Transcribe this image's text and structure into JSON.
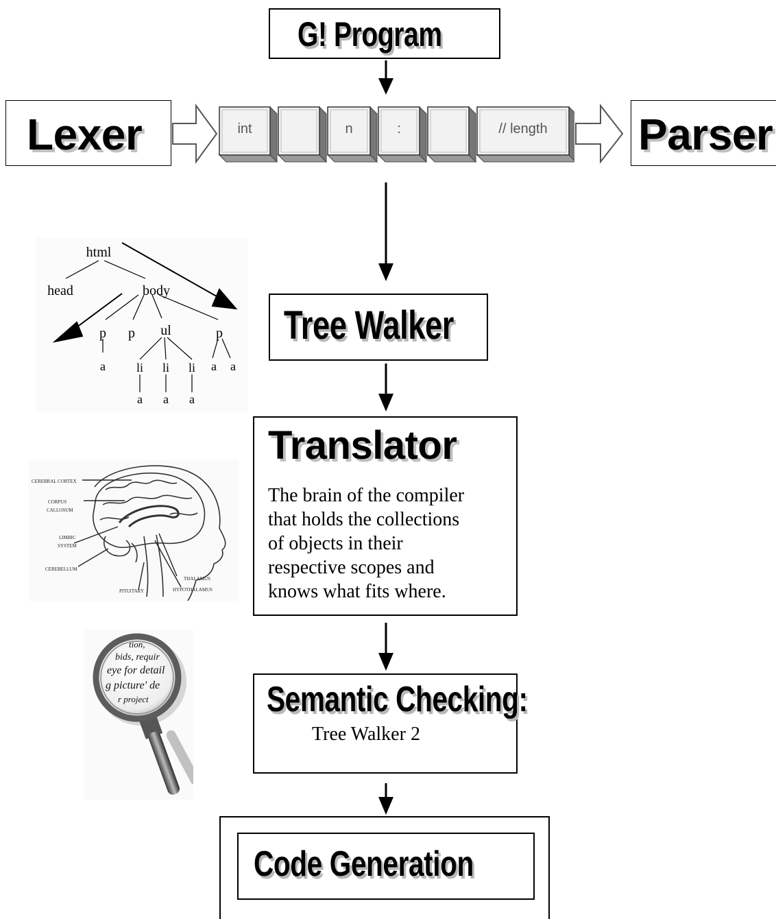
{
  "boxes": {
    "program": "G! Program",
    "lexer": "Lexer",
    "parser": "Parser",
    "tree_walker": "Tree Walker",
    "translator": {
      "title": "Translator",
      "lines": [
        "The brain of the compiler",
        "that holds the collections",
        "of objects in their",
        "respective scopes and",
        "knows what fits where."
      ]
    },
    "semantic": {
      "title": "Semantic Checking:",
      "subtitle": "Tree Walker 2"
    },
    "codegen": "Code Generation"
  },
  "tokens": [
    "int",
    "",
    "n",
    ":",
    "",
    "// length"
  ],
  "tree_image": {
    "root": "html",
    "level1": [
      "head",
      "body"
    ],
    "level2": [
      "p",
      "p",
      "ul",
      "p"
    ],
    "level3": [
      "a",
      "li",
      "li",
      "li",
      "a",
      "a"
    ],
    "level4": [
      "a",
      "a",
      "a"
    ]
  },
  "brain_image": {
    "labels": [
      "CEREBRAL CORTEX",
      "CORPUS",
      "CALLOSUM",
      "LIMBIC",
      "SYSTEM",
      "CEREBELLUM",
      "PITUITARY",
      "THALAMUS",
      "HYPOTHALAMUS"
    ]
  },
  "magnifier_image": {
    "text_lines": [
      "tion,",
      "bids, requir",
      "eye for detail",
      "g picture' de",
      "r project"
    ]
  },
  "colors": {
    "ink": "#000000",
    "shadow": "#b8b8b8",
    "key_face": "#f2f2f2",
    "key_side": "#9a9a9a"
  }
}
